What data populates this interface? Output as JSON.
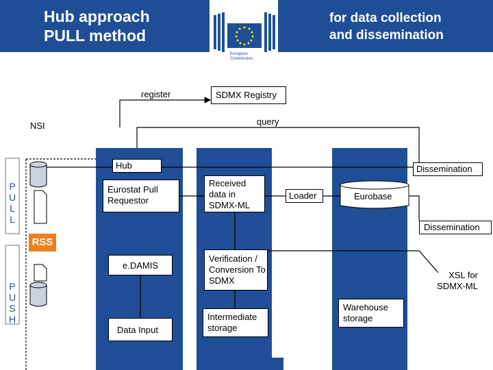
{
  "header": {
    "title_left": "Hub approach\nPULL method",
    "title_right": "for data collection\nand dissemination",
    "logo_text": "European\nCommission"
  },
  "labels": {
    "register": "register",
    "sdmx_registry": "SDMX Registry",
    "query": "query",
    "nsi": "NSI",
    "hub": "Hub",
    "dissemination_top": "Dissemination",
    "dissemination_mid": "Dissemination",
    "eurostat_pull": "Eurostat Pull Requestor",
    "received": "Received data in SDMX-ML",
    "loader": "Loader",
    "eurobase": "Eurobase",
    "rss": "RSS",
    "edamis": "e.DAMIS",
    "verification": "Verification / Conversion To SDMX",
    "xsl": "XSL for SDMX-ML",
    "warehouse": "Warehouse storage",
    "intermediate": "Intermediate storage",
    "data_input": "Data Input",
    "pull_side": "P\nU\nL\nL",
    "push_side": "P\nU\nS\nH"
  },
  "colors": {
    "primary_blue": "#1f4e96",
    "rss_orange": "#f07e1e",
    "eu_star_yellow": "#ffdd00"
  }
}
